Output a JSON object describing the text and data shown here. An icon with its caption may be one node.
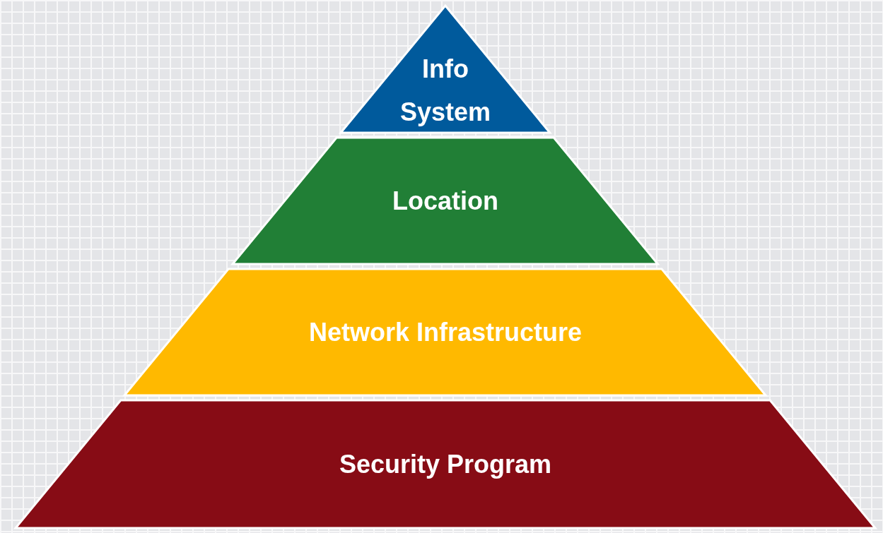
{
  "diagram": {
    "nodes": [
      {
        "text": [
          "Info System"
        ]
      },
      {
        "text": [
          "Location"
        ]
      },
      {
        "text": [
          "Network Infrastructure"
        ]
      },
      {
        "text": [
          "Security Program"
        ]
      }
    ]
  }
}
